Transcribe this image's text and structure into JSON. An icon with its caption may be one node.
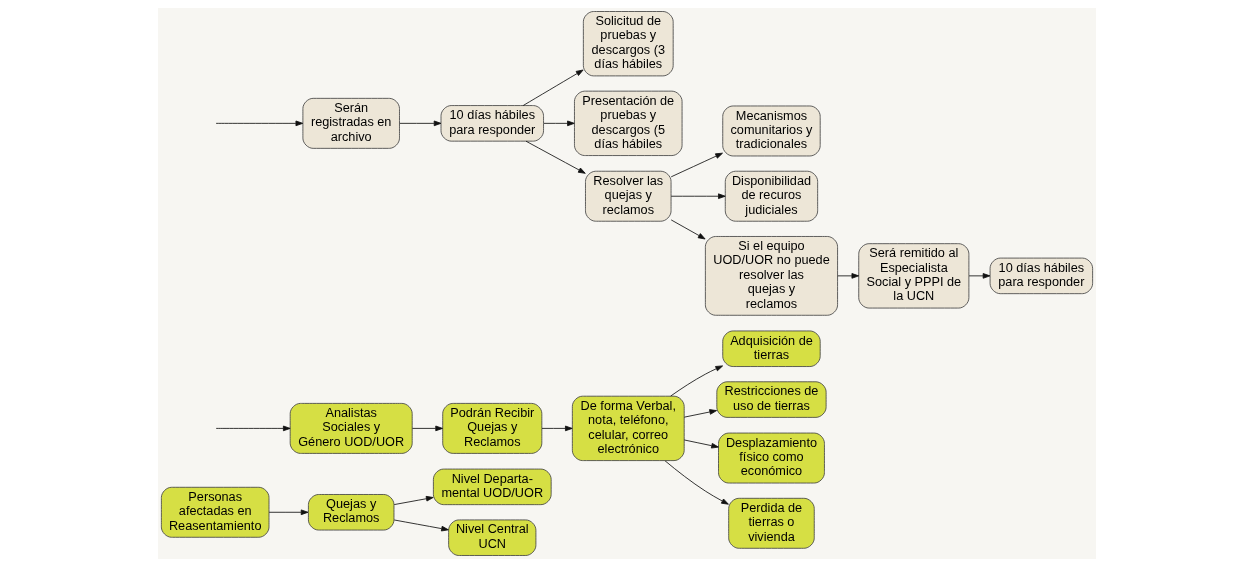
{
  "diagram": {
    "nodes": [
      {
        "text": [
          "Personas afectadas en Reasentamiento"
        ]
      },
      {
        "text": [
          "Quejas y Reclamos"
        ]
      },
      {
        "text": [
          "Nivel Departa- mental UOD/UOR"
        ]
      },
      {
        "text": [
          "Nivel Central UCN"
        ]
      },
      {
        "text": [
          "Analistas Sociales y Género UOD/UOR"
        ]
      },
      {
        "text": [
          "Podrán Recibir Quejas y Reclamos"
        ]
      },
      {
        "text": [
          "De forma Verbal, nota, teléfono, celular, correo electrónico"
        ]
      },
      {
        "text": [
          "Adquisición de tierras"
        ]
      },
      {
        "text": [
          "Restricciones de uso de tierras"
        ]
      },
      {
        "text": [
          "Desplazamiento físico como económico"
        ]
      },
      {
        "text": [
          "Perdida de tierras o vivienda"
        ]
      },
      {
        "text": [
          "Serán registradas en archivo"
        ]
      },
      {
        "text": [
          "10 días hábiles para responder"
        ]
      },
      {
        "text": [
          "Solicitud de pruebas y descargos (3 días hábiles"
        ]
      },
      {
        "text": [
          "Presentación de pruebas y descargos (5 días hábiles"
        ]
      },
      {
        "text": [
          "Resolver las quejas y reclamos"
        ]
      },
      {
        "text": [
          "Mecanismos comunitarios y tradicionales"
        ]
      },
      {
        "text": [
          "Disponibilidad de recuros judiciales"
        ]
      },
      {
        "text": [
          "Si el equipo UOD/UOR no puede resolver las quejas y reclamos"
        ]
      },
      {
        "text": [
          "Será remitido al Especialista Social y PPPI de la UCN"
        ]
      },
      {
        "text": [
          "10 días hábiles para responder"
        ]
      }
    ],
    "edges": [
      {
        "from": 0,
        "to": 1,
        "arrow": "to"
      },
      {
        "from": 1,
        "to": 2,
        "arrow": "to"
      },
      {
        "from": 1,
        "to": 3,
        "arrow": "to"
      },
      {
        "from": null,
        "to": 4,
        "arrow": "to"
      },
      {
        "from": 4,
        "to": 5,
        "arrow": "to"
      },
      {
        "from": 5,
        "to": 6,
        "arrow": "to"
      },
      {
        "from": 6,
        "to": 7,
        "arrow": "to"
      },
      {
        "from": 6,
        "to": 8,
        "arrow": "to"
      },
      {
        "from": 6,
        "to": 9,
        "arrow": "to"
      },
      {
        "from": 6,
        "to": 10,
        "arrow": "to"
      },
      {
        "from": null,
        "to": 11,
        "arrow": "to"
      },
      {
        "from": 11,
        "to": 12,
        "arrow": "to"
      },
      {
        "from": 12,
        "to": 13,
        "arrow": "to"
      },
      {
        "from": 12,
        "to": 14,
        "arrow": "to"
      },
      {
        "from": 12,
        "to": 15,
        "arrow": "to"
      },
      {
        "from": 15,
        "to": 16,
        "arrow": "to"
      },
      {
        "from": 15,
        "to": 17,
        "arrow": "to"
      },
      {
        "from": 15,
        "to": 18,
        "arrow": "to"
      },
      {
        "from": 18,
        "to": 19,
        "arrow": "to"
      },
      {
        "from": 19,
        "to": 20,
        "arrow": "to"
      }
    ]
  }
}
